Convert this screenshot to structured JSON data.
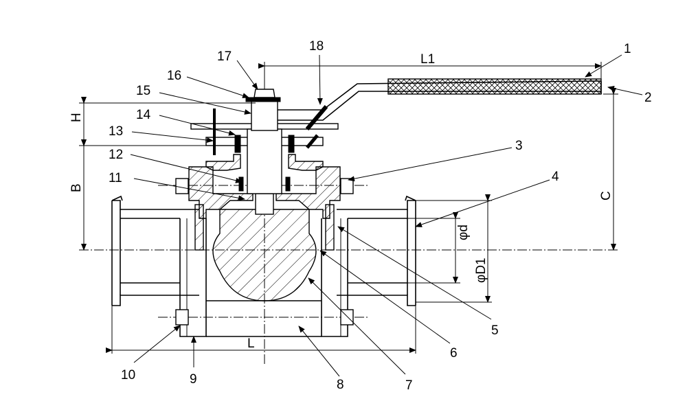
{
  "drawing": {
    "part_labels": [
      "1",
      "2",
      "3",
      "4",
      "5",
      "6",
      "7",
      "8",
      "9",
      "10",
      "11",
      "12",
      "13",
      "14",
      "15",
      "16",
      "17",
      "18"
    ],
    "dimensions": {
      "L1": "L1",
      "L": "L",
      "H": "H",
      "B": "B",
      "C": "C",
      "d": "φd",
      "D1": "φD1"
    }
  }
}
